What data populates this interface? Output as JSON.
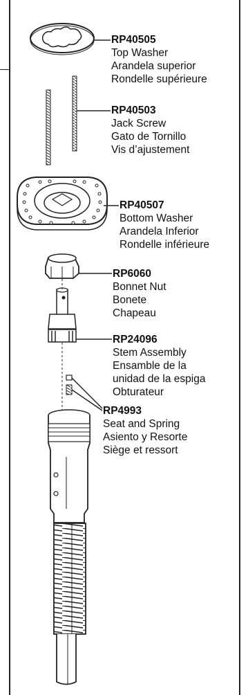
{
  "parts": [
    {
      "number": "RP40505",
      "names": [
        "Top Washer",
        "Arandela superior",
        "Rondelle supérieure"
      ]
    },
    {
      "number": "RP40503",
      "names": [
        "Jack Screw",
        "Gato de Tornillo",
        "Vis d’ajustement"
      ]
    },
    {
      "number": "RP40507",
      "names": [
        "Bottom Washer",
        "Arandela Inferior",
        "Rondelle inférieure"
      ]
    },
    {
      "number": "RP6060",
      "names": [
        "Bonnet Nut",
        "Bonete",
        "Chapeau"
      ]
    },
    {
      "number": "RP24096",
      "names": [
        "Stem Assembly",
        "Ensamble de la",
        "unidad de la espiga",
        "Obturateur"
      ]
    },
    {
      "number": "RP4993",
      "names": [
        "Seat and Spring",
        "Asiento y Resorte",
        "Siège et ressort"
      ]
    }
  ],
  "colors": {
    "line": "#222222",
    "fill": "#ffffff",
    "shade": "#8a8a8a"
  }
}
